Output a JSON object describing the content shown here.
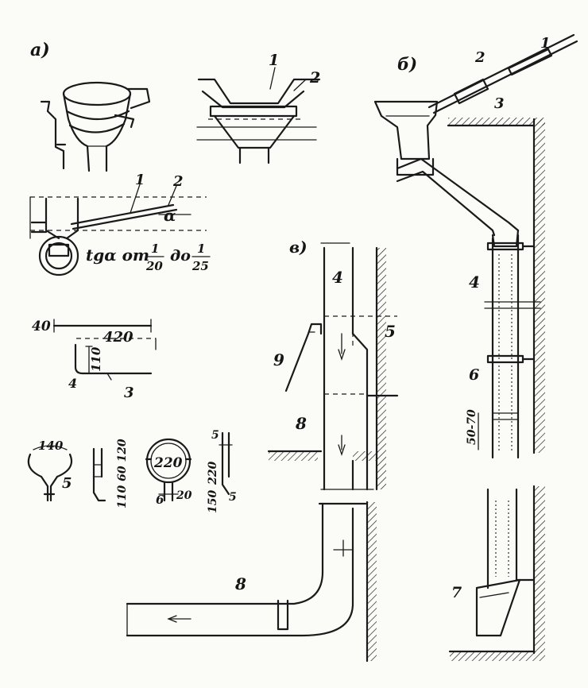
{
  "panels": {
    "a": "а)",
    "b": "б)",
    "v": "в)"
  },
  "panel_a": {
    "funnel_top": {
      "label_1": "1",
      "label_2": "2"
    },
    "slope_detail": {
      "label_1": "1",
      "label_2": "2",
      "angle": "α",
      "formula_prefix": "tgα от",
      "num1": "1",
      "den1": "20",
      "formula_mid": "до",
      "num2": "1",
      "den2": "25"
    },
    "hook": {
      "dim_40": "40",
      "dim_420": "420",
      "dim_4": "4",
      "dim_110": "110",
      "label": "3"
    },
    "brackets": {
      "dim_140": "140",
      "label_5": "5",
      "dims_stack": "110 60 120",
      "dim_220": "220",
      "dim_20": "20",
      "label_6": "6",
      "dim_5": "5",
      "dim_220b": "220",
      "dim_150": "150",
      "dim_5b": "5"
    }
  },
  "panel_b": {
    "label_1": "1",
    "label_2": "2",
    "label_3": "3",
    "label_4": "4",
    "label_6": "6",
    "gap_dim": "50-70",
    "label_7": "7"
  },
  "panel_v": {
    "label_4": "4",
    "label_5": "5",
    "label_9": "9",
    "label_8": "8",
    "label_8b": "8"
  }
}
